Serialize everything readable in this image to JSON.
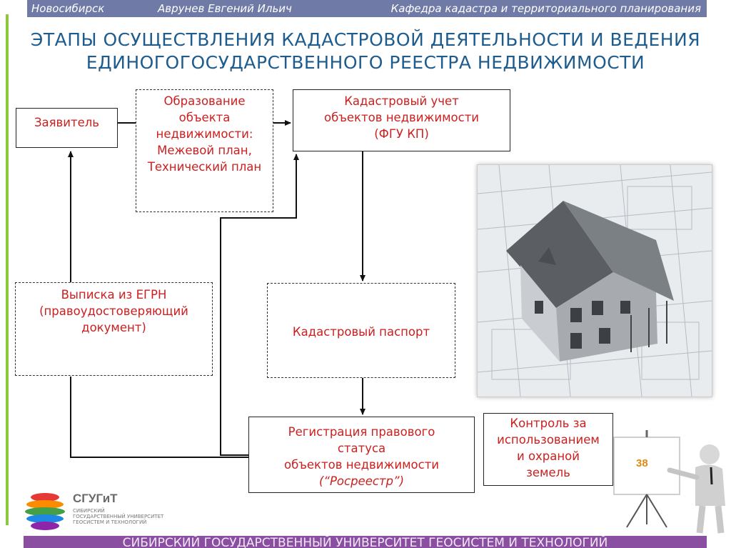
{
  "header": {
    "city": "Новосибирск",
    "author": "Аврунев Евгений Ильич",
    "department": "Кафедра кадастра и территориального планирования"
  },
  "title": {
    "line1": "ЭТАПЫ ОСУЩЕСТВЛЕНИЯ КАДАСТРОВОЙ ДЕЯТЕЛЬНОСТИ И ВЕДЕНИЯ",
    "line2": "ЕДИНОГОГОСУДАРСТВЕННОГО РЕЕСТРА НЕДВИЖИМОСТИ"
  },
  "boxes": {
    "applicant": "Заявитель",
    "formation": [
      "Образование",
      "объекта",
      "недвижимости:",
      "Межевой план,",
      "Технический план"
    ],
    "cadastral_account": [
      "Кадастровый учет",
      "объектов недвижимости",
      "(ФГУ КП)"
    ],
    "extract": [
      "Выписка из ЕГРН",
      "(правоудостоверяющий",
      "документ)"
    ],
    "passport": "Кадастровый паспорт",
    "registration": [
      "Регистрация правового",
      "статуса",
      "объектов недвижимости",
      "(“Росреестр”)"
    ],
    "control": [
      "Контроль за",
      "использованием",
      "и охраной",
      "земель"
    ]
  },
  "slide_number": "38",
  "logo": {
    "abbr": "СГУГиТ",
    "line1": "СИБИРСКИЙ",
    "line2": "ГОСУДАРСТВЕННЫЙ УНИВЕРСИТЕТ",
    "line3": "ГЕОСИСТЕМ И ТЕХНОЛОГИЙ"
  },
  "footer": "СИБИРСКИЙ ГОСУДАРСТВЕННЫЙ УНИВЕРСИТЕТ ГЕОСИСТЕМ И  ТЕХНОЛОГИЙ",
  "colors": {
    "header_bg": "#6f7aa6",
    "title": "#1f5c8e",
    "box_text": "#cc1f1f",
    "footer_bg": "#8a4fa1",
    "accent_green": "#8dc63f"
  }
}
